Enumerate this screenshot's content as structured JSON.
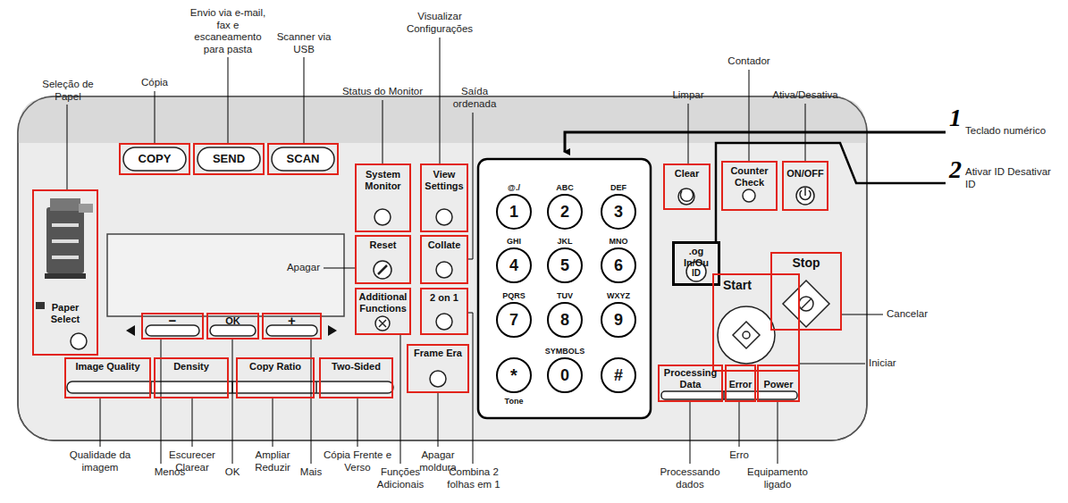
{
  "diagram": {
    "nodes": [
      {
        "text": [
          "COPY"
        ]
      },
      {
        "text": [
          "SEND"
        ]
      },
      {
        "text": [
          "SCAN"
        ]
      },
      {
        "text": [
          "System Monitor"
        ]
      },
      {
        "text": [
          "View Settings"
        ]
      },
      {
        "text": [
          "1",
          "@./"
        ]
      },
      {
        "text": [
          "2",
          "ABC"
        ]
      },
      {
        "text": [
          "3",
          "DEF"
        ]
      },
      {
        "text": [
          "Clear"
        ]
      },
      {
        "text": [
          "Counter Check"
        ]
      },
      {
        "text": [
          "ON/OFF"
        ]
      },
      {
        "text": [
          "Paper Select"
        ]
      },
      {
        "text": [
          "Reset"
        ]
      },
      {
        "text": [
          "Collate"
        ]
      },
      {
        "text": [
          "4",
          "GHI"
        ]
      },
      {
        "text": [
          "5",
          "JKL"
        ]
      },
      {
        "text": [
          "6",
          "MNO"
        ]
      },
      {
        "text": [
          ".og In/Ou",
          "ID"
        ]
      },
      {
        "text": [
          "Stop"
        ]
      },
      {
        "text": [
          "Start"
        ]
      },
      {
        "text": [
          "−"
        ]
      },
      {
        "text": [
          "OK"
        ]
      },
      {
        "text": [
          "+"
        ]
      },
      {
        "text": [
          "Additional Functions"
        ]
      },
      {
        "text": [
          "2 on 1"
        ]
      },
      {
        "text": [
          "7",
          "PQRS"
        ]
      },
      {
        "text": [
          "8",
          "TUV"
        ]
      },
      {
        "text": [
          "9",
          "WXYZ"
        ]
      },
      {
        "text": [
          "Image Quality"
        ]
      },
      {
        "text": [
          "Density"
        ]
      },
      {
        "text": [
          "Copy Ratio"
        ]
      },
      {
        "text": [
          "Two-Sided"
        ]
      },
      {
        "text": [
          "Frame Era"
        ]
      },
      {
        "text": [
          "*",
          "Tone"
        ]
      },
      {
        "text": [
          "0",
          "SYMBOLS"
        ]
      },
      {
        "text": [
          "#"
        ]
      },
      {
        "text": [
          "Processing Data"
        ]
      },
      {
        "text": [
          "Error"
        ]
      },
      {
        "text": [
          "Power"
        ]
      }
    ],
    "labels": [
      "Seleção de Papel",
      "Cópia",
      "Envio via e-mail, fax e escaneamento para pasta",
      "Scanner via USB",
      "Status do Monitor",
      "Visualizar Configurações",
      "Saída ordenada",
      "Limpar",
      "Contador",
      "Ativa/Desativa",
      "1",
      "Teclado numérico",
      "2",
      "Ativar ID Desativar ID",
      "Apagar",
      "Cancelar",
      "Iniciar",
      "Qualidade da imagem",
      "Escurecer Clarear",
      "Ampliar Reduzir",
      "Cópia Frente e Verso",
      "Apagar moldura",
      "Menos",
      "OK",
      "Mais",
      "Funções Adicionais",
      "Combina 2 folhas em 1",
      "Processando dados",
      "Erro",
      "Equipamento ligado"
    ]
  }
}
